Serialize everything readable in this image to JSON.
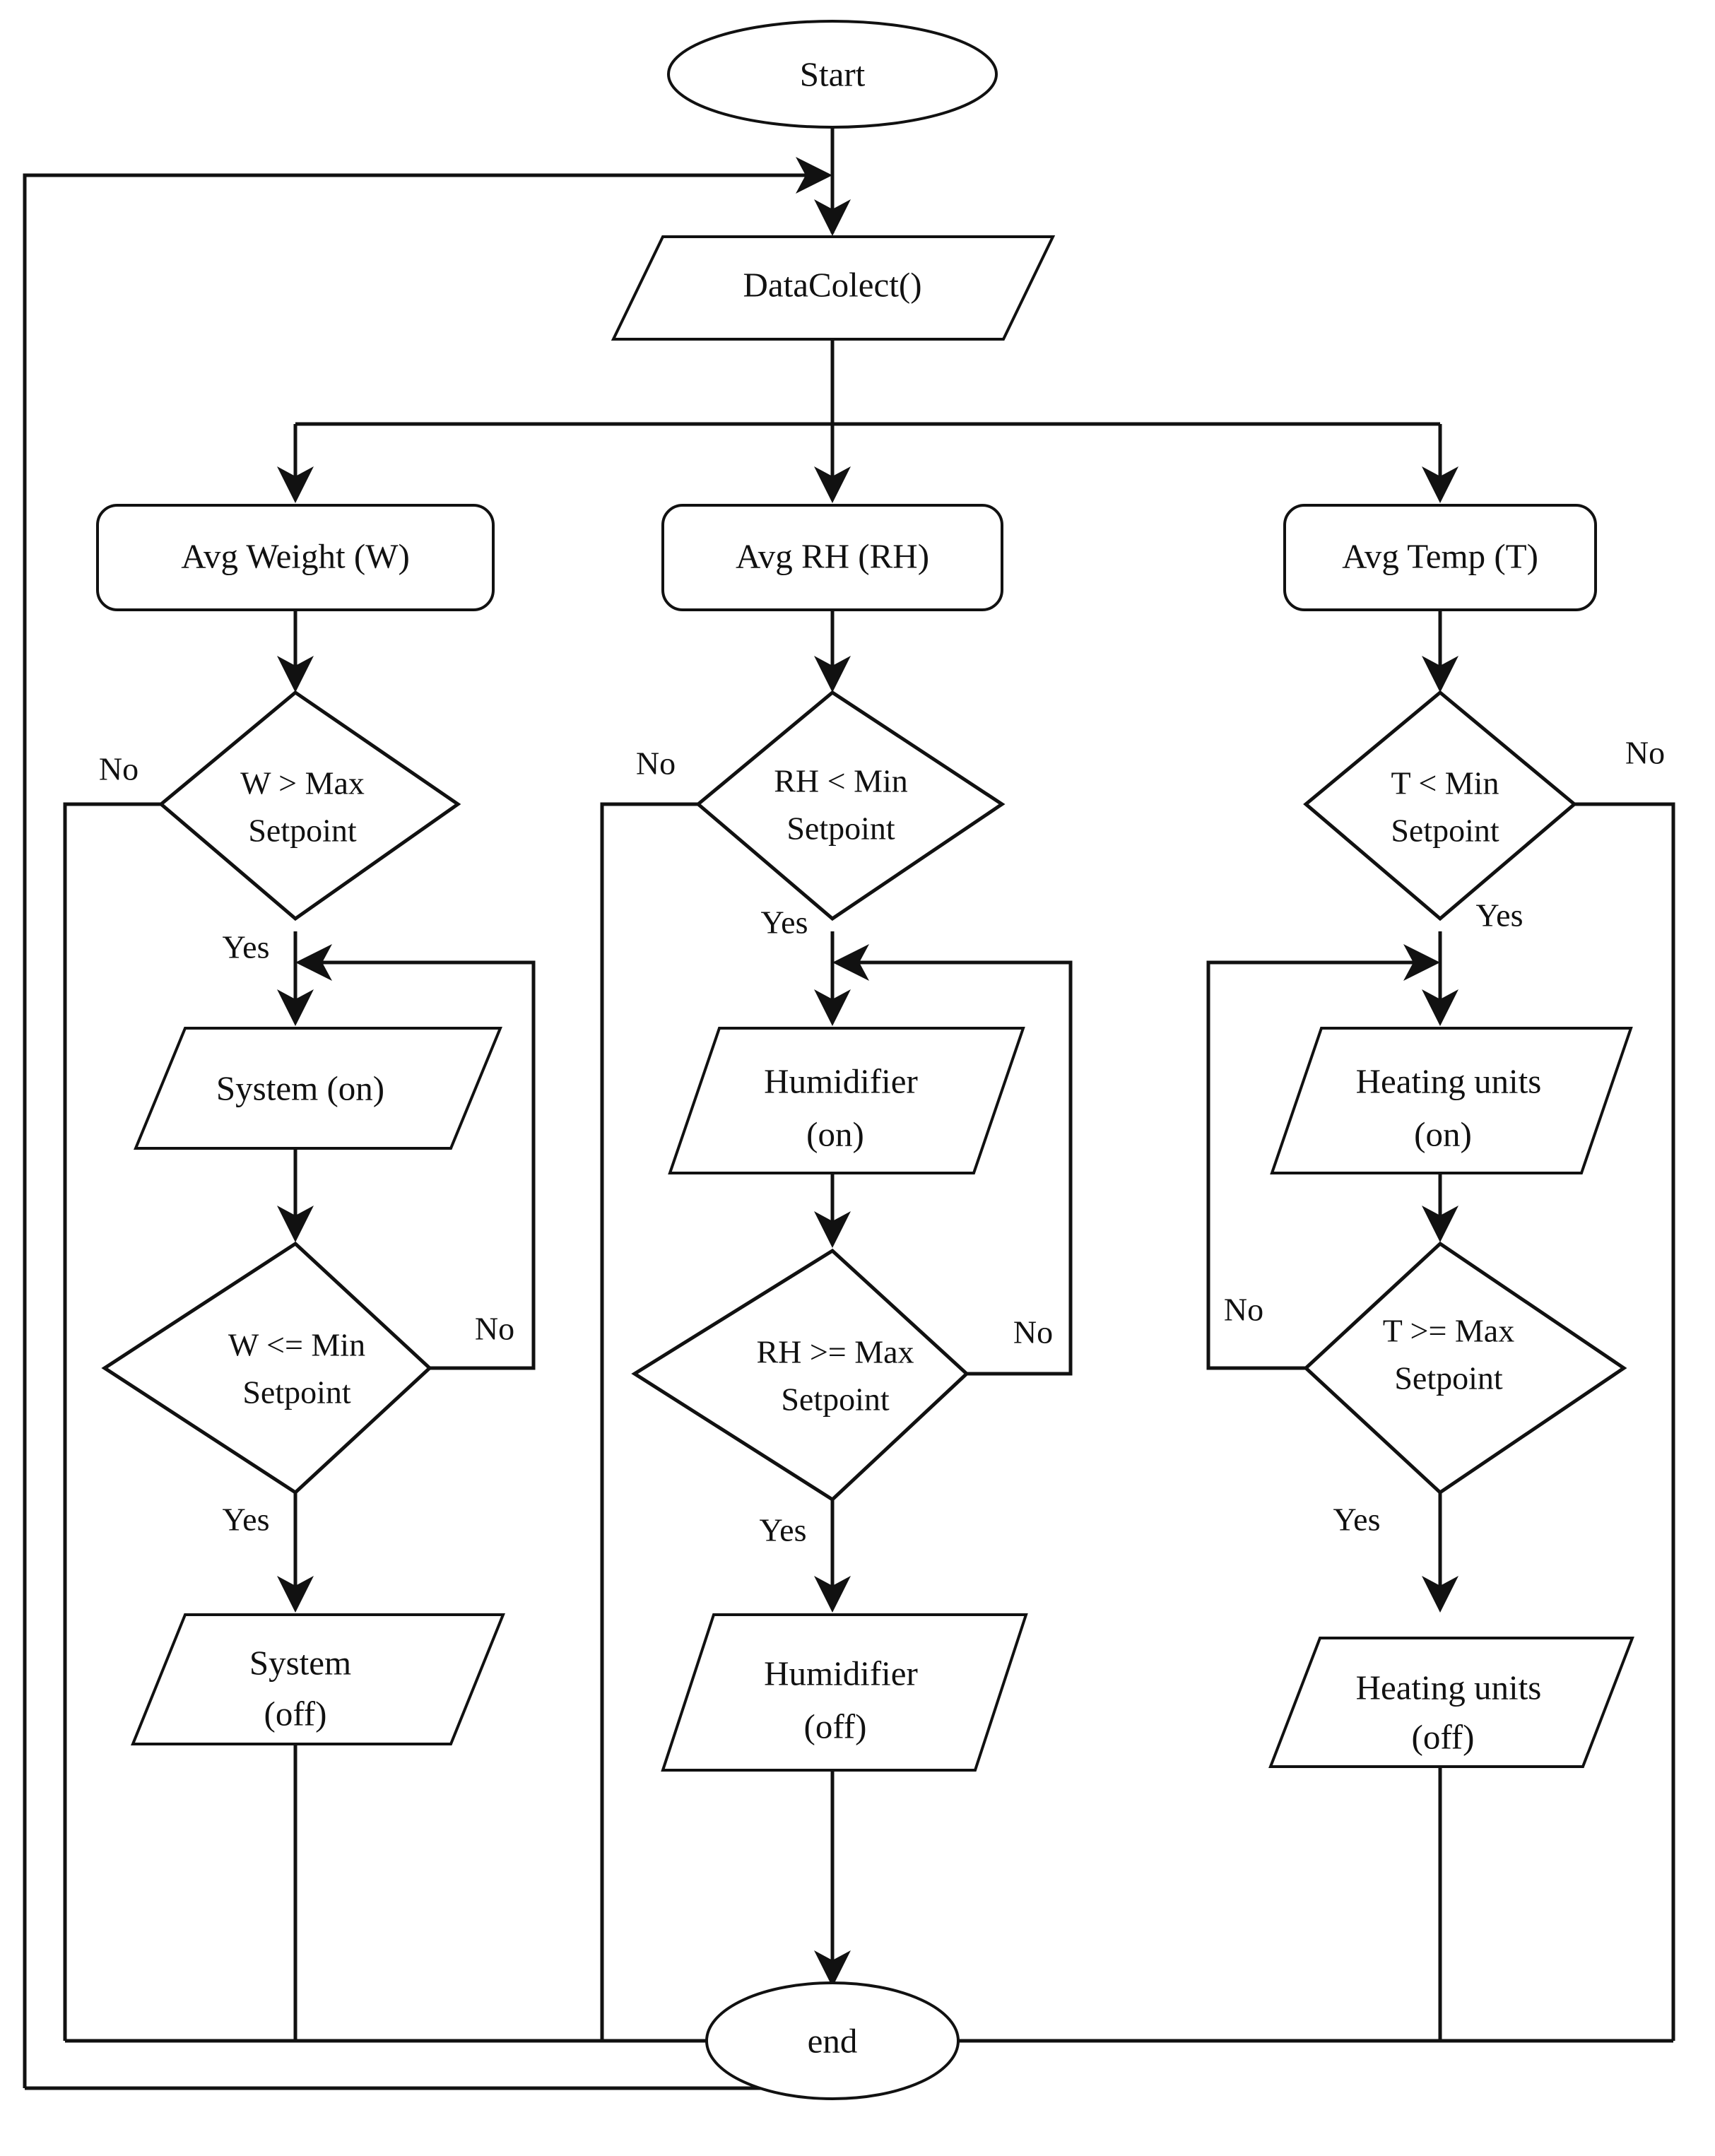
{
  "diagram": {
    "title": "Environmental control system flowchart",
    "type": "flowchart",
    "colors": {
      "background": "#ffffff",
      "stroke": "#111111",
      "fill": "#ffffff"
    },
    "nodes": {
      "start": {
        "label": "Start",
        "shape": "ellipse"
      },
      "data_collect": {
        "label": "DataColect()",
        "shape": "parallelogram"
      },
      "avg_weight": {
        "label": "Avg Weight (W)",
        "shape": "rounded-rect"
      },
      "avg_rh": {
        "label": "Avg RH (RH)",
        "shape": "rounded-rect"
      },
      "avg_temp": {
        "label": "Avg Temp (T)",
        "shape": "rounded-rect"
      },
      "w_gt_max": {
        "label_line1": "W > Max",
        "label_line2": "Setpoint",
        "shape": "diamond"
      },
      "rh_lt_min": {
        "label_line1": "RH < Min",
        "label_line2": "Setpoint",
        "shape": "diamond"
      },
      "t_lt_min": {
        "label_line1": "T < Min",
        "label_line2": "Setpoint",
        "shape": "diamond"
      },
      "system_on": {
        "label_line1": "System (on)",
        "label_line2": "",
        "shape": "parallelogram"
      },
      "humidifier_on": {
        "label_line1": "Humidifier",
        "label_line2": "(on)",
        "shape": "parallelogram"
      },
      "heating_on": {
        "label_line1": "Heating units",
        "label_line2": "(on)",
        "shape": "parallelogram"
      },
      "w_le_min": {
        "label_line1": "W <= Min",
        "label_line2": "Setpoint",
        "shape": "diamond"
      },
      "rh_ge_max": {
        "label_line1": "RH >= Max",
        "label_line2": "Setpoint",
        "shape": "diamond"
      },
      "t_ge_max": {
        "label_line1": "T >= Max",
        "label_line2": "Setpoint",
        "shape": "diamond"
      },
      "system_off": {
        "label_line1": "System",
        "label_line2": "(off)",
        "shape": "parallelogram"
      },
      "humidifier_off": {
        "label_line1": "Humidifier",
        "label_line2": "(off)",
        "shape": "parallelogram"
      },
      "heating_off": {
        "label_line1": "Heating units",
        "label_line2": "(off)",
        "shape": "parallelogram"
      },
      "end": {
        "label": "end",
        "shape": "ellipse"
      }
    },
    "edge_labels": {
      "w_gt_max_no": "No",
      "w_gt_max_yes": "Yes",
      "rh_lt_min_no": "No",
      "rh_lt_min_yes": "Yes",
      "t_lt_min_no": "No",
      "t_lt_min_yes": "Yes",
      "w_le_min_no": "No",
      "w_le_min_yes": "Yes",
      "rh_ge_max_no": "No",
      "rh_ge_max_yes": "Yes",
      "t_ge_max_no": "No",
      "t_ge_max_yes": "Yes"
    }
  }
}
